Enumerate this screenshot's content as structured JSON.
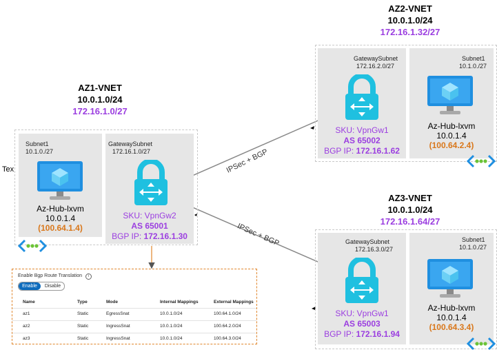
{
  "edge_label": "IPSec + BGP",
  "stray_label": "Tex",
  "vnets": {
    "az1": {
      "name": "AZ1-VNET",
      "cidr": "10.0.1.0/24",
      "alt_cidr": "172.16.1.0/27",
      "subnet1": {
        "name": "Subnet1",
        "cidr": "10.1.0./27",
        "vm": "Az-Hub-lxvm",
        "vm_ip": "10.0.1.4",
        "vm_map": "(100.64.1.4)"
      },
      "gw_subnet": {
        "name": "GatewaySubnet",
        "cidr": "172.16.1.0/27",
        "sku": "SKU: VpnGw2",
        "asn": "AS 65001",
        "bgp_label": "BGP IP: ",
        "bgp_ip": "172.16.1.30"
      }
    },
    "az2": {
      "name": "AZ2-VNET",
      "cidr": "10.0.1.0/24",
      "alt_cidr": "172.16.1.32/27",
      "subnet1": {
        "name": "Subnet1",
        "cidr": "10.1.0./27",
        "vm": "Az-Hub-lxvm",
        "vm_ip": "10.0.1.4",
        "vm_map": "(100.64.2.4)"
      },
      "gw_subnet": {
        "name": "GatewaySubnet",
        "cidr": "172.16.2.0/27",
        "sku": "SKU: VpnGw1",
        "asn": "AS 65002",
        "bgp_label": "BGP IP: ",
        "bgp_ip": "172.16.1.62"
      }
    },
    "az3": {
      "name": "AZ3-VNET",
      "cidr": "10.0.1.0/24",
      "alt_cidr": "172.16.1.64/27",
      "subnet1": {
        "name": "Subnet1",
        "cidr": "10.1.0./27",
        "vm": "Az-Hub-lxvm",
        "vm_ip": "10.0.1.4",
        "vm_map": "(100.64.3.4)"
      },
      "gw_subnet": {
        "name": "GatewaySubnet",
        "cidr": "172.16.3.0/27",
        "sku": "SKU: VpnGw1",
        "asn": "AS 65003",
        "bgp_label": "BGP IP: ",
        "bgp_ip": "172.16.1.94"
      }
    }
  },
  "translation": {
    "title": "Enable Bgp Route Translation",
    "enable": "Enable",
    "disable": "Disable",
    "selected": "Enable",
    "columns": [
      "Name",
      "Type",
      "Mode",
      "Internal Mappings",
      "External Mappings"
    ],
    "rows": [
      [
        "az1",
        "Static",
        "EgressSnat",
        "10.0.1.0/24",
        "100.64.1.0/24"
      ],
      [
        "az2",
        "Static",
        "IngressSnat",
        "10.0.1.0/24",
        "100.64.2.0/24"
      ],
      [
        "az3",
        "Static",
        "IngressSnat",
        "10.0.1.0/24",
        "100.64.3.0/24"
      ]
    ]
  },
  "colors": {
    "purple": "#9b3ee0",
    "orange": "#d9771a",
    "lock": "#1fc0e0",
    "vnet_icon": "#1f8fe0"
  }
}
